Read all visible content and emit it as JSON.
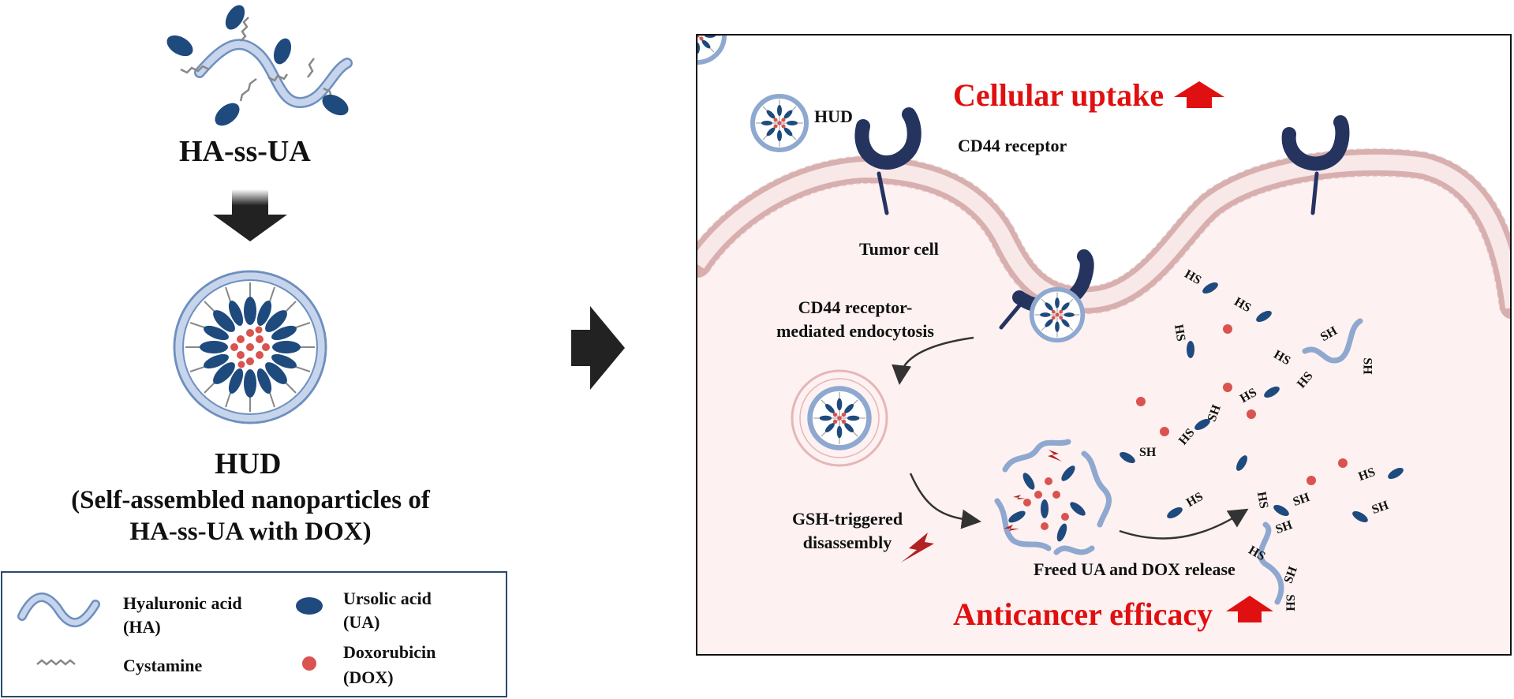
{
  "left": {
    "polymer_label": "HA-ss-UA",
    "particle_title": "HUD",
    "particle_desc_1": "(Self-assembled nanoparticles of",
    "particle_desc_2": "HA-ss-UA with DOX)"
  },
  "legend": {
    "ha_1": "Hyaluronic acid",
    "ha_2": "(HA)",
    "cystamine": "Cystamine",
    "ua_1": "Ursolic acid",
    "ua_2": "(UA)",
    "dox_1": "Doxorubicin",
    "dox_2": "(DOX)"
  },
  "panel": {
    "uptake": "Cellular uptake",
    "hud": "HUD",
    "receptor": "CD44 receptor",
    "tumor_cell": "Tumor cell",
    "endocytosis_1": "CD44 receptor-",
    "endocytosis_2": "mediated endocytosis",
    "gsh_1": "GSH-triggered",
    "gsh_2": "disassembly",
    "release": "Freed UA and DOX release",
    "efficacy": "Anticancer efficacy",
    "thiol_left": "HS",
    "thiol_right": "SH"
  },
  "colors": {
    "ua_navy": "#1e4a7e",
    "dox_red": "#d9534f",
    "ha_blue": "#a9bfe0",
    "receptor": "#24345f",
    "membrane": "#d4a6a6",
    "highlight_red": "#e01010"
  }
}
